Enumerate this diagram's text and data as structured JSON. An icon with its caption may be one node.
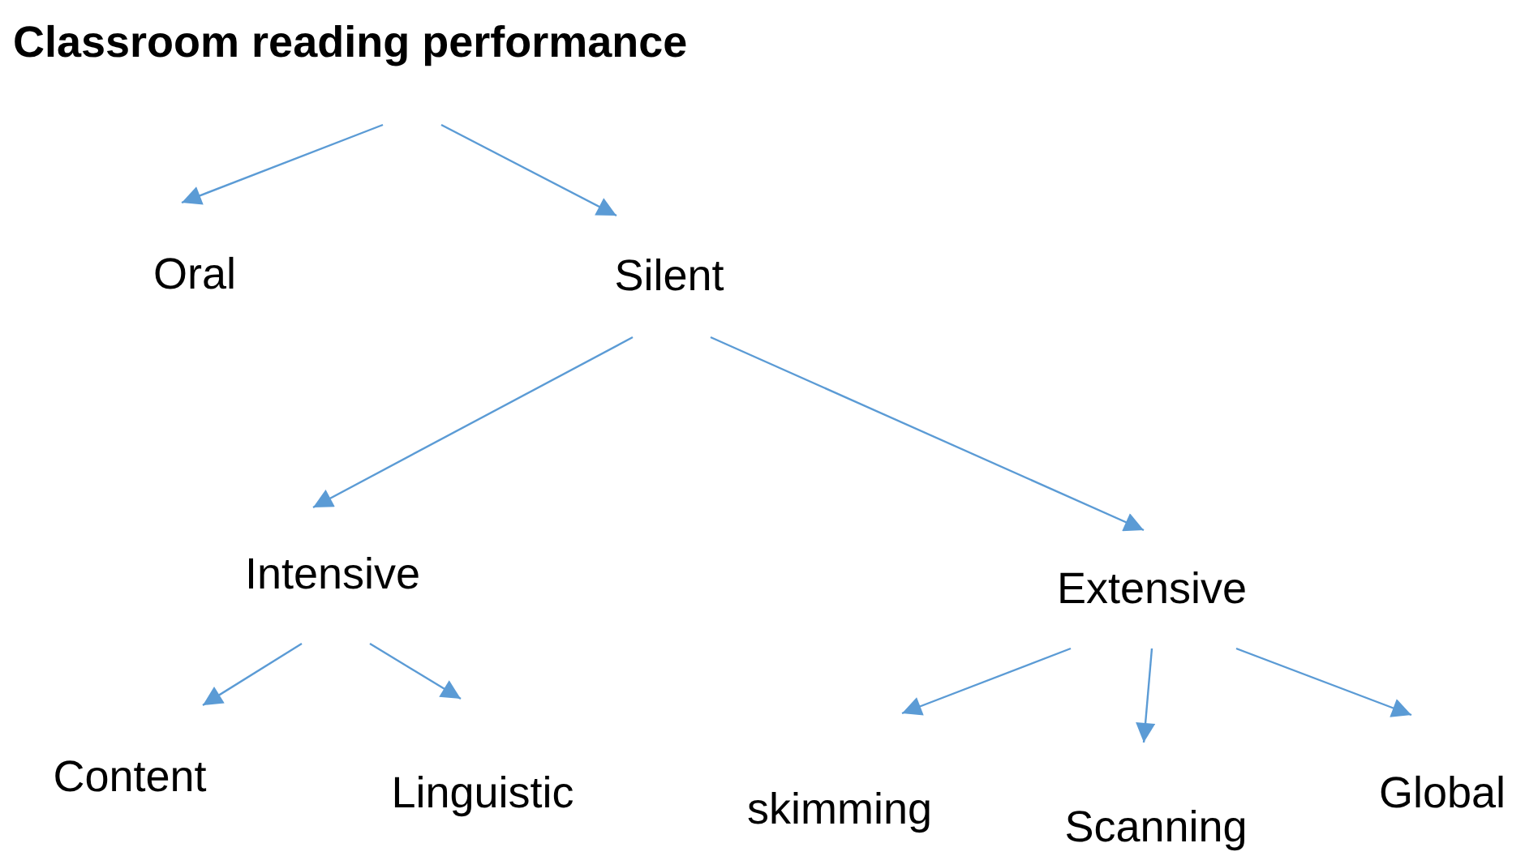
{
  "diagram": {
    "nodes": [
      {
        "text": [
          "Classroom reading performance"
        ]
      },
      {
        "text": [
          "Oral"
        ]
      },
      {
        "text": [
          "Silent"
        ]
      },
      {
        "text": [
          "Intensive"
        ]
      },
      {
        "text": [
          "Extensive"
        ]
      },
      {
        "text": [
          "Content"
        ]
      },
      {
        "text": [
          "Linguistic"
        ]
      },
      {
        "text": [
          "skimming"
        ]
      },
      {
        "text": [
          "Scanning"
        ]
      },
      {
        "text": [
          "Global"
        ]
      }
    ],
    "edges": [
      {
        "from": 0,
        "to": 1,
        "arrow": "to"
      },
      {
        "from": 0,
        "to": 2,
        "arrow": "to"
      },
      {
        "from": 2,
        "to": 3,
        "arrow": "to"
      },
      {
        "from": 2,
        "to": 4,
        "arrow": "to"
      },
      {
        "from": 3,
        "to": 5,
        "arrow": "to"
      },
      {
        "from": 3,
        "to": 6,
        "arrow": "to"
      },
      {
        "from": 4,
        "to": 7,
        "arrow": "to"
      },
      {
        "from": 4,
        "to": 8,
        "arrow": "to"
      },
      {
        "from": 4,
        "to": 9,
        "arrow": "to"
      }
    ]
  }
}
